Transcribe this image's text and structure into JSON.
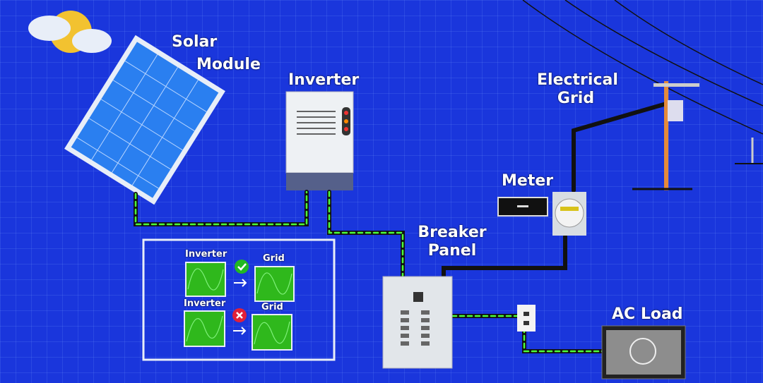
{
  "labels": {
    "solar_module": "Solar Module",
    "solar_line1": "Solar",
    "solar_line2": "Module",
    "inverter": "Inverter",
    "grid_line1": "Electrical",
    "grid_line2": "Grid",
    "meter": "Meter",
    "breaker_line1": "Breaker",
    "breaker_line2": "Panel",
    "ac_load": "AC Load"
  },
  "sync_panel": {
    "rows": [
      {
        "left": "Inverter",
        "right": "Grid",
        "status": "check-icon",
        "status_color": "#22b822"
      },
      {
        "left": "Inverter",
        "right": "Grid",
        "status": "x-icon",
        "status_color": "#e0203a"
      }
    ]
  },
  "colors": {
    "background": "#1a36dc",
    "wire_dash": "#4cff3a",
    "screen_green": "#2fb81c"
  }
}
